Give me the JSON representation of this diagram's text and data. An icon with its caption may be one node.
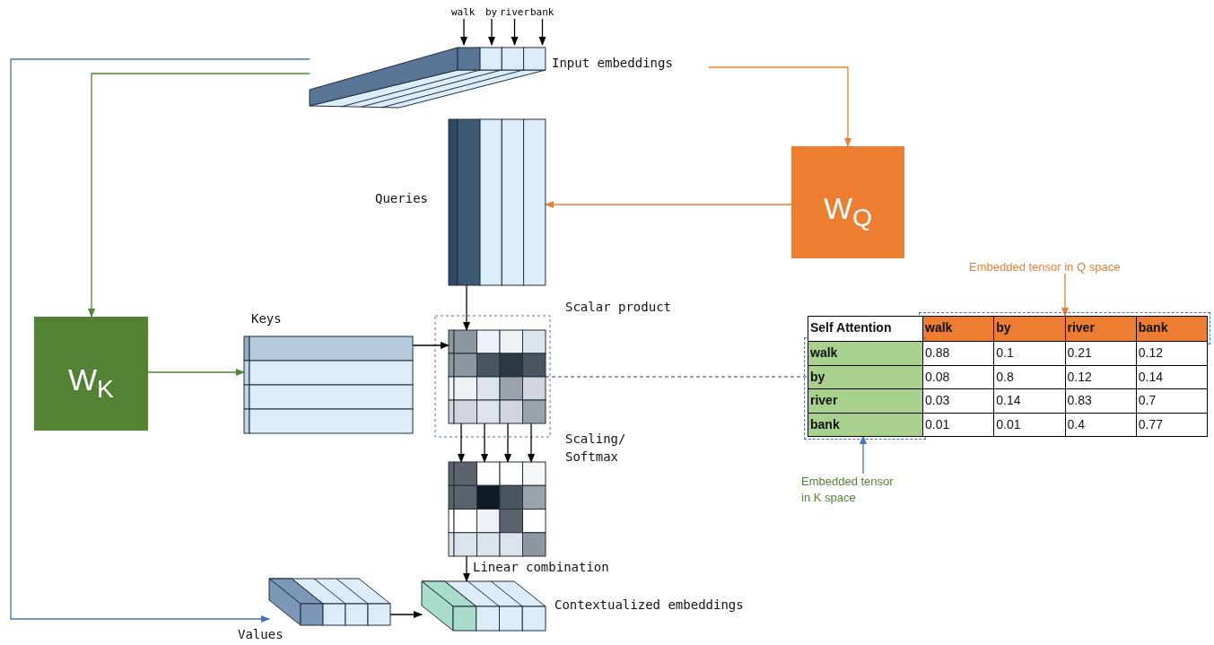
{
  "diagram": {
    "nodes": [
      {
        "text": [
          "Input embeddings"
        ]
      },
      {
        "text": [
          "walk"
        ]
      },
      {
        "text": [
          "by"
        ]
      },
      {
        "text": [
          "river"
        ]
      },
      {
        "text": [
          "bank"
        ]
      },
      {
        "text": [
          "W$_{Q}$"
        ]
      },
      {
        "text": [
          "Queries"
        ]
      },
      {
        "text": [
          "W$_{K}$"
        ]
      },
      {
        "text": [
          "Keys"
        ]
      },
      {
        "text": [
          "Scalar product"
        ]
      },
      {
        "text": [
          "Scaling/ Softmax"
        ]
      },
      {
        "text": [
          "Values"
        ]
      },
      {
        "text": [
          "Contextualized embeddings"
        ]
      },
      {
        "text": [
          "walk",
          "by",
          "river",
          "bank"
        ]
      },
      {
        "text": [
          "walk",
          "by",
          "river",
          "bank"
        ]
      },
      {
        "text": [
          "Embedded tensor in Q space"
        ]
      },
      {
        "text": [
          "Embedded tensor in K space"
        ]
      }
    ],
    "edges": [
      {
        "from": 1,
        "to": 0,
        "arrow": "to"
      },
      {
        "from": 2,
        "to": 0,
        "arrow": "to"
      },
      {
        "from": 3,
        "to": 0,
        "arrow": "to"
      },
      {
        "from": 4,
        "to": 0,
        "arrow": "to"
      },
      {
        "from": 0,
        "to": 5,
        "arrow": "to",
        "color": "#ed7d31"
      },
      {
        "from": 5,
        "to": 6,
        "arrow": "to",
        "color": "#ed7d31"
      },
      {
        "from": 0,
        "to": 7,
        "arrow": "to",
        "color": "#548235"
      },
      {
        "from": 7,
        "to": 8,
        "arrow": "to",
        "color": "#548235"
      },
      {
        "from": 0,
        "to": 11,
        "arrow": "to",
        "color": "#4472c4"
      },
      {
        "from": 6,
        "to": 9,
        "arrow": "to"
      },
      {
        "from": 8,
        "to": 9,
        "arrow": "to"
      },
      {
        "from": 9,
        "to": 10,
        "arrow": "to"
      },
      {
        "from": 9,
        "to": 10,
        "arrow": "to"
      },
      {
        "from": 9,
        "to": 10,
        "arrow": "to"
      },
      {
        "from": 9,
        "to": 10,
        "arrow": "to"
      },
      {
        "from": 10,
        "to": 12,
        "arrow": "to",
        "label": "Linear combination"
      },
      {
        "from": 11,
        "to": 12,
        "arrow": "to"
      },
      {
        "from": 9,
        "to": 14,
        "arrow": "none",
        "style": "dashed",
        "color": "#7f7f7f"
      },
      {
        "from": 15,
        "to": 13,
        "arrow": "to",
        "color": "#ed7d31"
      },
      {
        "from": 16,
        "to": 14,
        "arrow": "to",
        "color": "#4472c4"
      }
    ],
    "labels": [
      "Self Attention",
      "0.88",
      "0.1",
      "0.21",
      "0.12",
      "0.08",
      "0.8",
      "0.12",
      "0.14",
      "0.03",
      "0.14",
      "0.83",
      "0.7",
      "0.01",
      "0.01",
      "0.4",
      "0.77"
    ]
  }
}
